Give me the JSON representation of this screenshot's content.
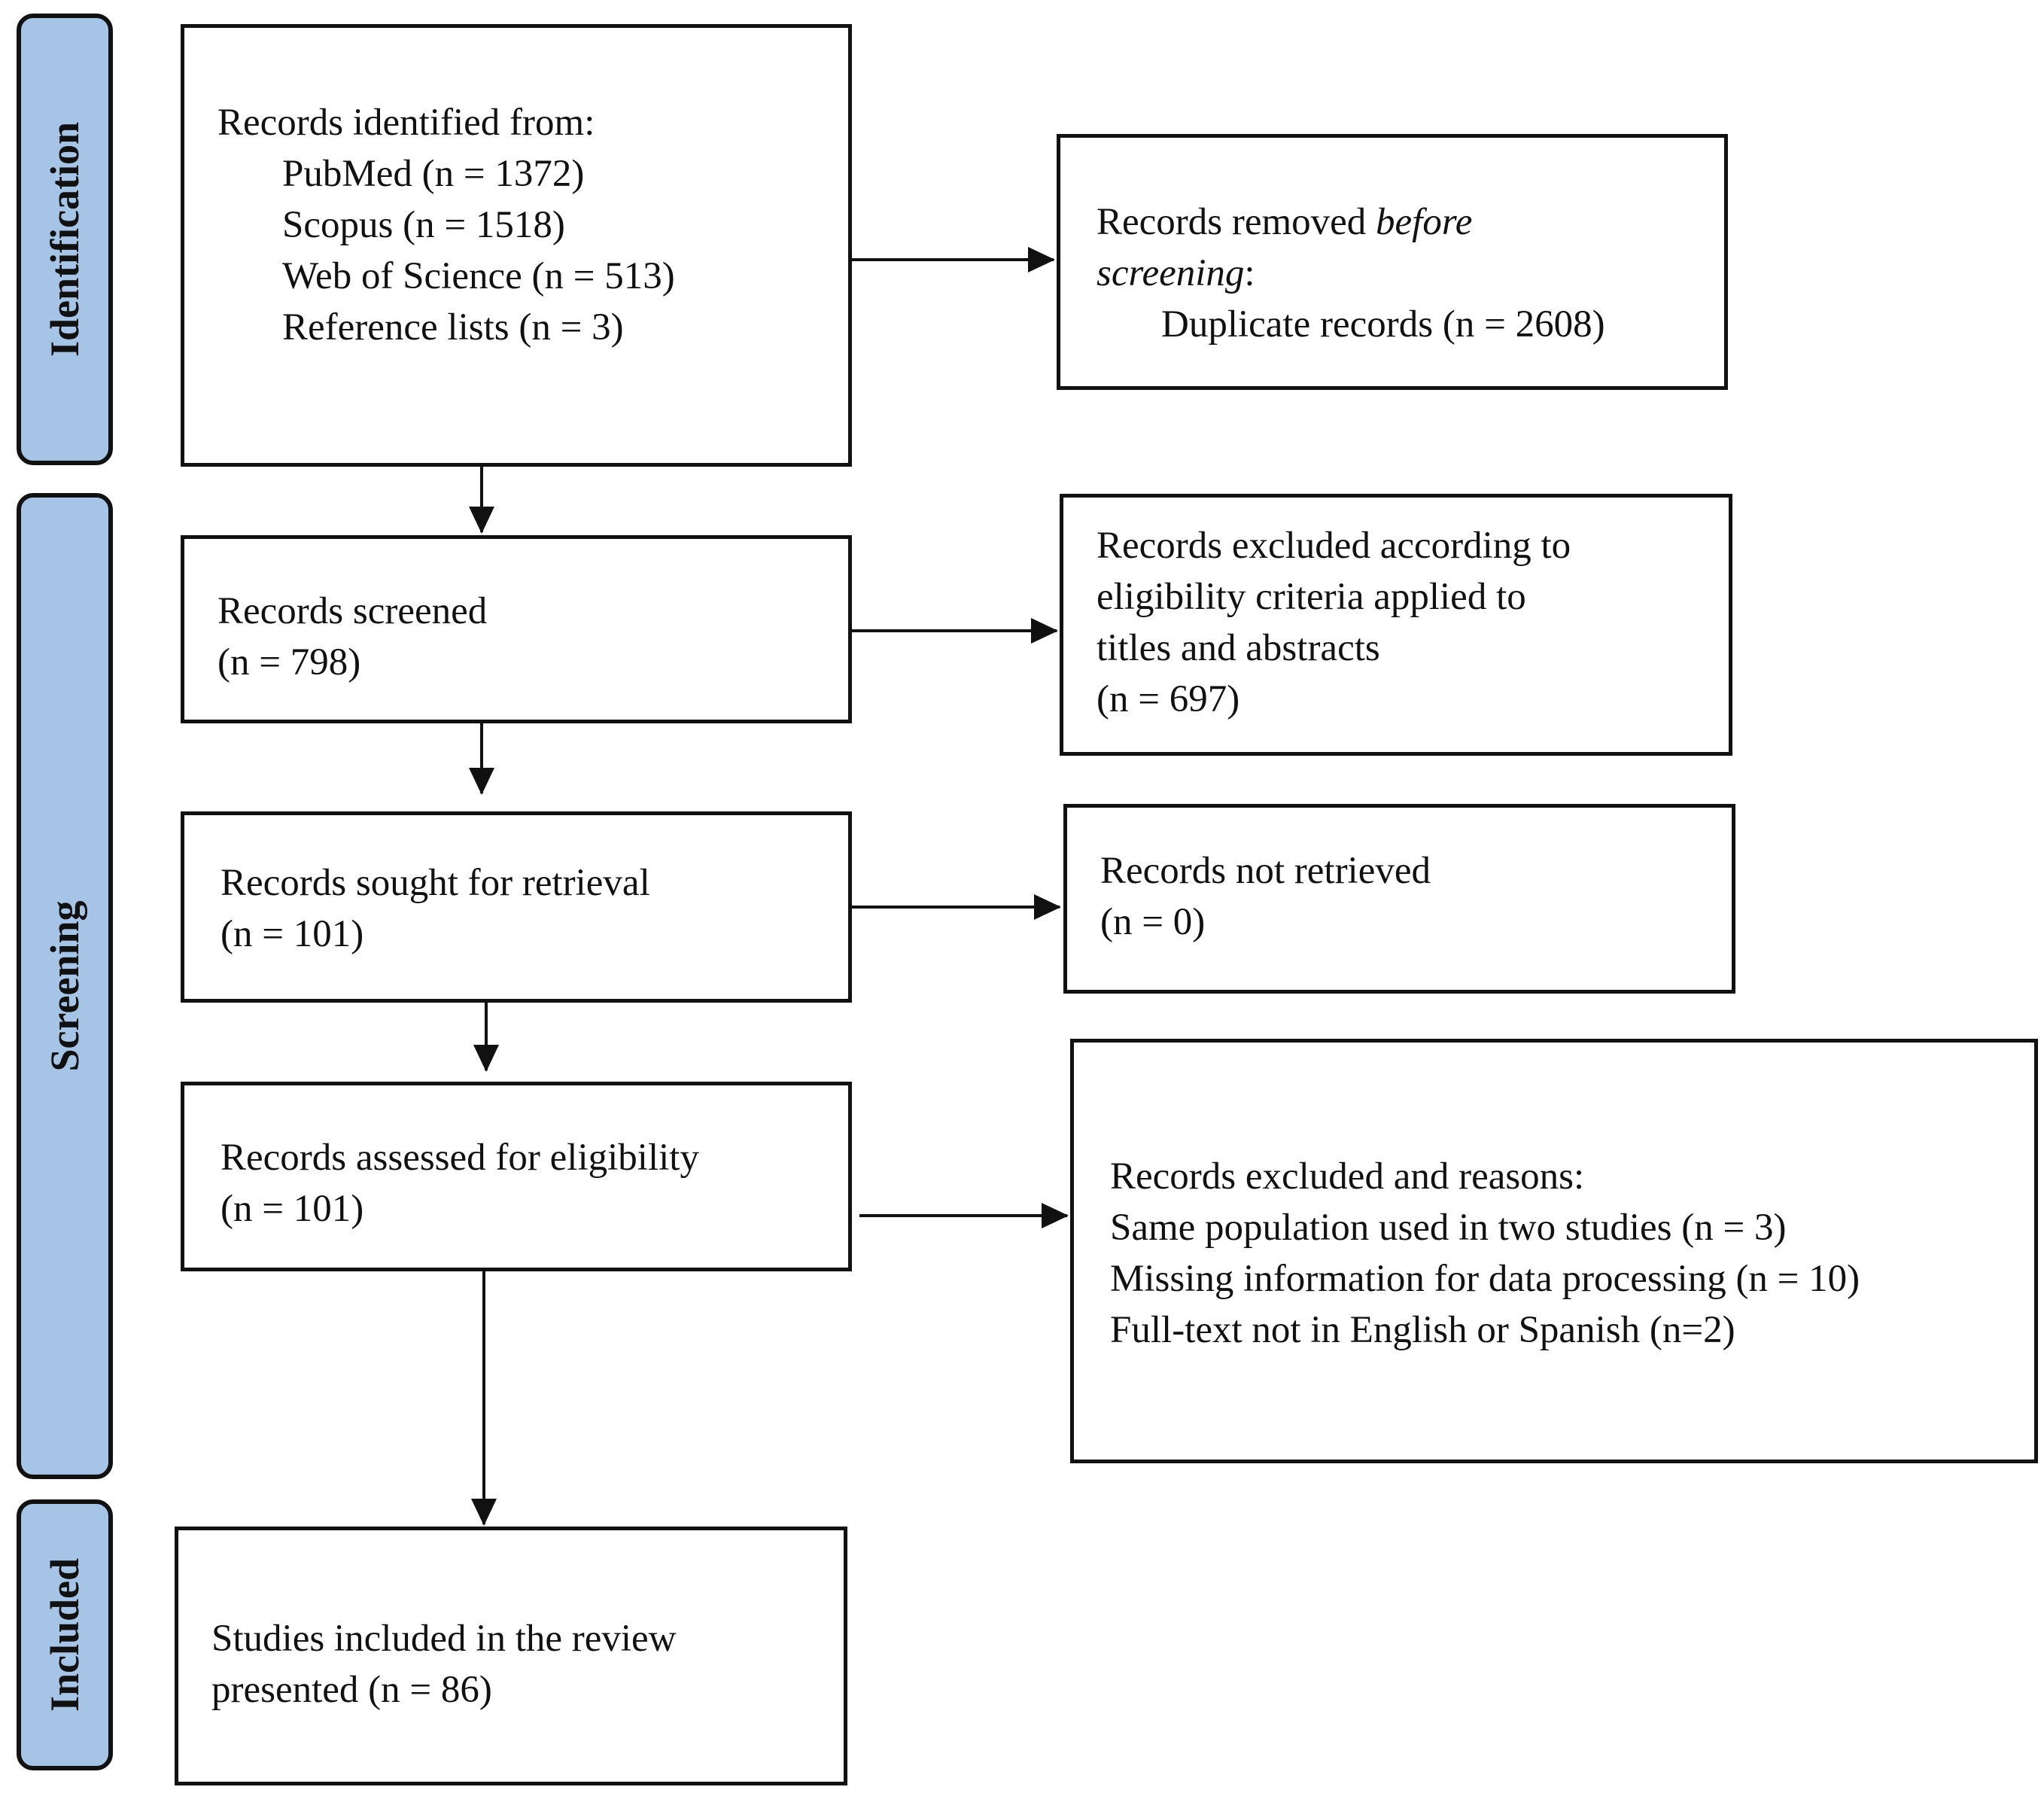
{
  "phases": {
    "identification": "Identification",
    "screening": "Screening",
    "included": "Included"
  },
  "identified": {
    "heading": "Records identified from:",
    "sources": [
      "PubMed (n = 1372)",
      "Scopus (n = 1518)",
      "Web of Science (n = 513)",
      "Reference lists (n = 3)"
    ]
  },
  "removed": {
    "line1_plain": "Records removed ",
    "line1_italic": "before",
    "line2_italic": "screening",
    "line2_plain": ":",
    "detail": "Duplicate records (n = 2608)"
  },
  "screened": {
    "line1": "Records screened",
    "line2": "(n = 798)"
  },
  "excluded_ta": {
    "lines": [
      "Records excluded according to",
      "eligibility criteria applied to",
      "titles and abstracts",
      "(n = 697)"
    ]
  },
  "sought": {
    "line1": "Records sought for retrieval",
    "line2": "(n = 101)"
  },
  "not_retrieved": {
    "line1": "Records not retrieved",
    "line2": "(n = 0)"
  },
  "assessed": {
    "line1": "Records assessed for eligibility",
    "line2": "(n = 101)"
  },
  "excluded_reasons": {
    "heading": "Records excluded and reasons:",
    "reasons": [
      "Same population used in two studies (n = 3)",
      "Missing information for data processing (n = 10)",
      "Full-text not in English or Spanish (n=2)"
    ]
  },
  "included": {
    "line1": "Studies included in the review",
    "line2": "presented (n = 86)"
  }
}
